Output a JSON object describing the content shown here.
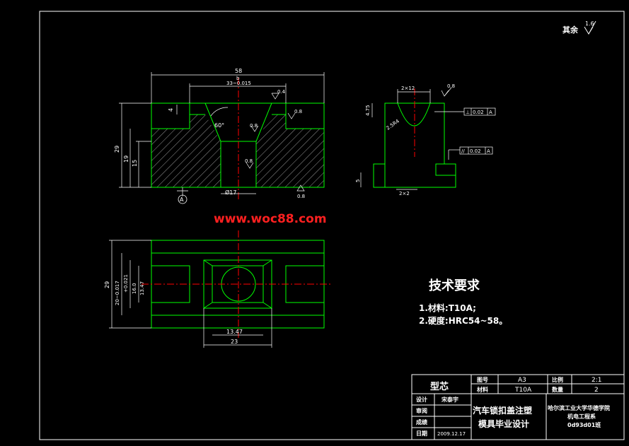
{
  "roughness_note": {
    "label": "其余",
    "value": "1.6"
  },
  "watermark": "www.woc88.com",
  "front_view": {
    "dims": {
      "overall_width": "58",
      "sub": "b",
      "slot_width": "33~0.015",
      "height_total": "29",
      "height_mid": "19",
      "height_low": "15",
      "depth_small": "4",
      "bore_dia": "Ø17",
      "angle": "60°",
      "roughness_a": "0.4",
      "roughness_b": "0.8",
      "roughness_c": "0.8",
      "roughness_d": "0.8",
      "roughness_e": "0.8"
    },
    "datum": "A"
  },
  "side_view": {
    "dims": {
      "top_width": "2×12",
      "depth": "4.75",
      "radius": "2.5R4",
      "base_h": "5",
      "base_w": "2×2",
      "roughness": "0.8"
    },
    "tolerance_1": {
      "symbol": "⊥",
      "value": "0.02",
      "datum": "A"
    },
    "tolerance_2": {
      "symbol": "//",
      "value": "0.02",
      "datum": "A"
    }
  },
  "top_view": {
    "dims": {
      "height_total": "29",
      "dim_a": "20~0.017",
      "dim_a2": "+0.021",
      "dim_b": "16.0",
      "dim_c": "13.47",
      "width_inner": "13.47",
      "width_outer": "23"
    }
  },
  "tech": {
    "title": "技术要求",
    "items": [
      "1.材料:T10A;",
      "2.硬度:HRC54~58。"
    ]
  },
  "title_block": {
    "part_name": "型芯",
    "drawing_no_label": "图号",
    "drawing_no": "A3",
    "scale_label": "比例",
    "scale": "2:1",
    "material_label": "材料",
    "material": "T10A",
    "qty_label": "数量",
    "qty": "2",
    "design_label": "设计",
    "designer": "宋泰宇",
    "review_label": "审阅",
    "grade_label": "成绩",
    "date_label": "日期",
    "date": "2009.12.17",
    "project_line1": "汽车锁扣盖注塑",
    "project_line2": "模具毕业设计",
    "school_line1": "哈尔滨工业大学华德学院",
    "school_line2": "机电工程系",
    "school_line3": "0d93d01班"
  }
}
